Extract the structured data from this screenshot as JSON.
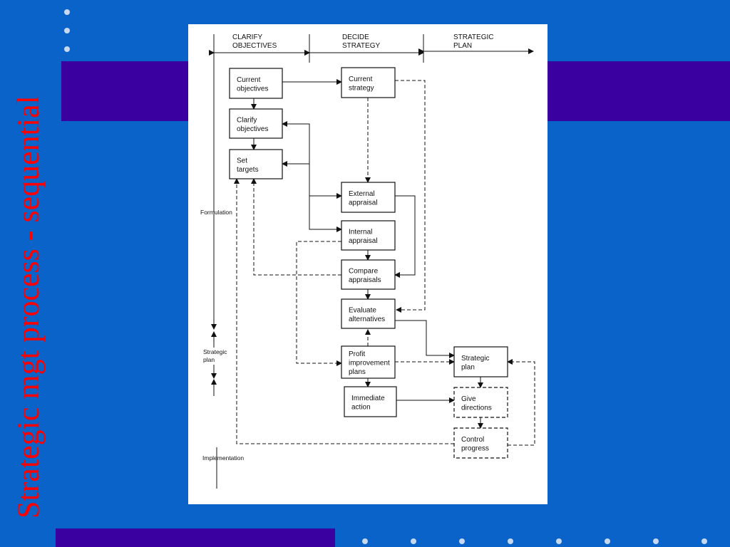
{
  "slide": {
    "title": "Strategic mgt process - sequential",
    "colors": {
      "background": "#0a63c9",
      "band": "#3a00a0",
      "title": "#ff0000",
      "bullet": "#c8d8f0"
    }
  },
  "diagram": {
    "phases": [
      {
        "lines": [
          "CLARIFY",
          "OBJECTIVES"
        ]
      },
      {
        "lines": [
          "DECIDE",
          "STRATEGY"
        ]
      },
      {
        "lines": [
          "STRATEGIC",
          "PLAN"
        ]
      }
    ],
    "left_labels": {
      "formulation": "Formulation",
      "strategic_plan_lines": [
        "Strategic",
        "plan"
      ],
      "implementation": "Implementation"
    },
    "boxes": [
      {
        "id": "current-objectives",
        "lines": [
          "Current",
          "objectives"
        ],
        "dashed": false
      },
      {
        "id": "clarify-objectives",
        "lines": [
          "Clarify",
          "objectives"
        ],
        "dashed": false
      },
      {
        "id": "set-targets",
        "lines": [
          "Set",
          "targets"
        ],
        "dashed": false
      },
      {
        "id": "current-strategy",
        "lines": [
          "Current",
          "strategy"
        ],
        "dashed": false
      },
      {
        "id": "external-appraisal",
        "lines": [
          "External",
          "appraisal"
        ],
        "dashed": false
      },
      {
        "id": "internal-appraisal",
        "lines": [
          "Internal",
          "appraisal"
        ],
        "dashed": false
      },
      {
        "id": "compare-appraisals",
        "lines": [
          "Compare",
          "appraisals"
        ],
        "dashed": false
      },
      {
        "id": "evaluate-alternatives",
        "lines": [
          "Evaluate",
          "alternatives"
        ],
        "dashed": false
      },
      {
        "id": "profit-improvement-plans",
        "lines": [
          "Profit",
          "improvement",
          "plans"
        ],
        "dashed": false
      },
      {
        "id": "immediate-action",
        "lines": [
          "Immediate",
          "action"
        ],
        "dashed": false
      },
      {
        "id": "strategic-plan",
        "lines": [
          "Strategic",
          "plan"
        ],
        "dashed": false
      },
      {
        "id": "give-directions",
        "lines": [
          "Give",
          "directions"
        ],
        "dashed": true
      },
      {
        "id": "control-progress",
        "lines": [
          "Control",
          "progress"
        ],
        "dashed": true
      }
    ]
  }
}
